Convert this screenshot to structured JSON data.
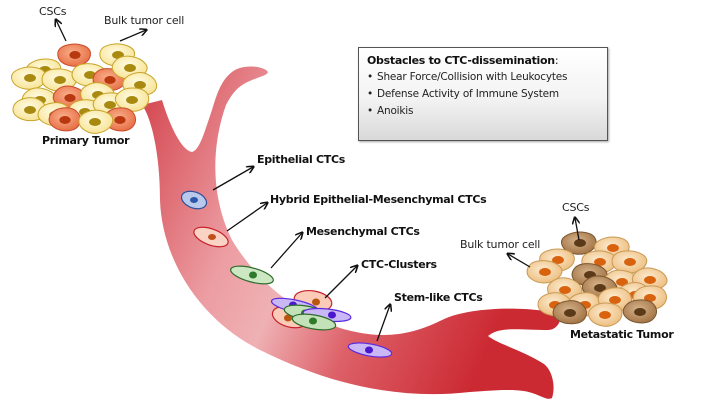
{
  "primary_tumor": {
    "title": "Primary Tumor",
    "csc_label": "CSCs",
    "bulk_label": "Bulk tumor cell"
  },
  "metastatic_tumor": {
    "title": "Metastatic Tumor",
    "csc_label": "CSCs",
    "bulk_label": "Bulk tumor cell"
  },
  "obstacles": {
    "title": "Obstacles to CTC-dissemination",
    "title_suffix": ":",
    "items": [
      "Shear Force/Collision with Leukocytes",
      "Defense Activity of Immune System",
      "Anoikis"
    ]
  },
  "ctc_types": [
    {
      "label": "Epithelial CTCs",
      "color": "#4a6fb8"
    },
    {
      "label": "Hybrid Epithelial-Mesenchymal CTCs",
      "color": "#d9452b"
    },
    {
      "label": "Mesenchymal CTCs",
      "color": "#3f8a3a"
    },
    {
      "label": "CTC-Clusters",
      "color": "#d9452b"
    },
    {
      "label": "Stem-like CTCs",
      "color": "#5a2ae0"
    }
  ],
  "colors": {
    "vessel_dark": "#cc2a33",
    "vessel_light": "#f0b3b6",
    "bulk_cell_fill": "#fbeeb0",
    "csc_cell_fill": "#f08c5c",
    "met_bulk_fill": "#f3cf9a",
    "met_csc_fill": "#a57a4a"
  }
}
